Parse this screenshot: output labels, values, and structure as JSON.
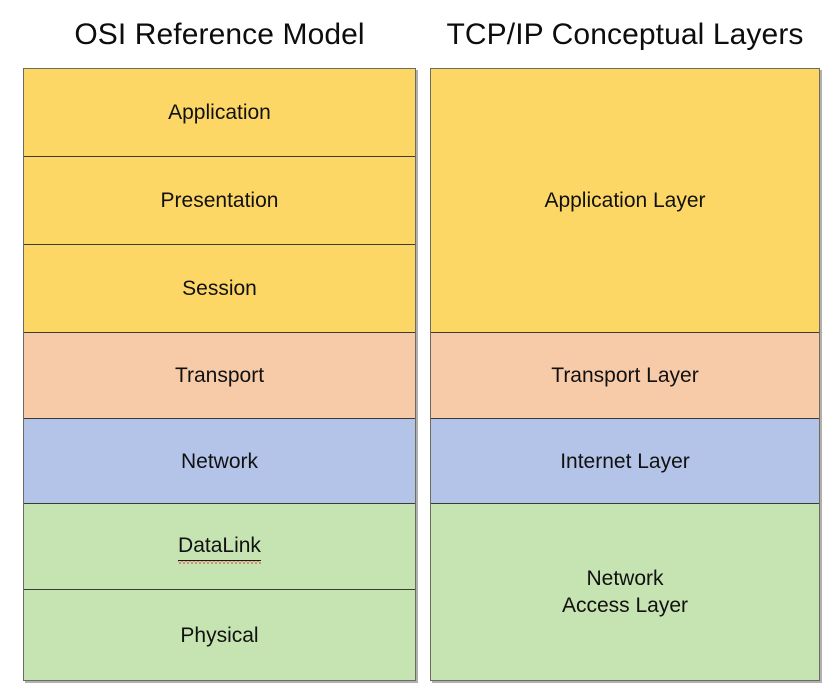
{
  "diagram": {
    "type": "layered-comparison",
    "background": "#ffffff"
  },
  "palette": {
    "yellow": "#fdd765",
    "peach": "#f8cba8",
    "blue": "#b4c4e8",
    "green": "#c6e3b2",
    "border": "#6f6a5e",
    "divider": "#3b3b38",
    "text": "#111111",
    "spellcheck_underline": "#e03b2f"
  },
  "left_column": {
    "title": "OSI Reference Model",
    "layers": [
      {
        "label": "Application",
        "color": "yellow"
      },
      {
        "label": "Presentation",
        "color": "yellow"
      },
      {
        "label": "Session",
        "color": "yellow"
      },
      {
        "label": "Transport",
        "color": "peach"
      },
      {
        "label": "Network",
        "color": "blue"
      },
      {
        "label": "DataLink",
        "color": "green",
        "misspelled": true
      },
      {
        "label": "Physical",
        "color": "green"
      }
    ]
  },
  "right_column": {
    "title": "TCP/IP Conceptual Layers",
    "layers": [
      {
        "label": "Application Layer",
        "color": "yellow",
        "spans": 3
      },
      {
        "label": "Transport Layer",
        "color": "peach",
        "spans": 1
      },
      {
        "label": "Internet Layer",
        "color": "blue",
        "spans": 1
      },
      {
        "label": "Network\nAccess Layer",
        "color": "green",
        "spans": 2
      }
    ]
  }
}
